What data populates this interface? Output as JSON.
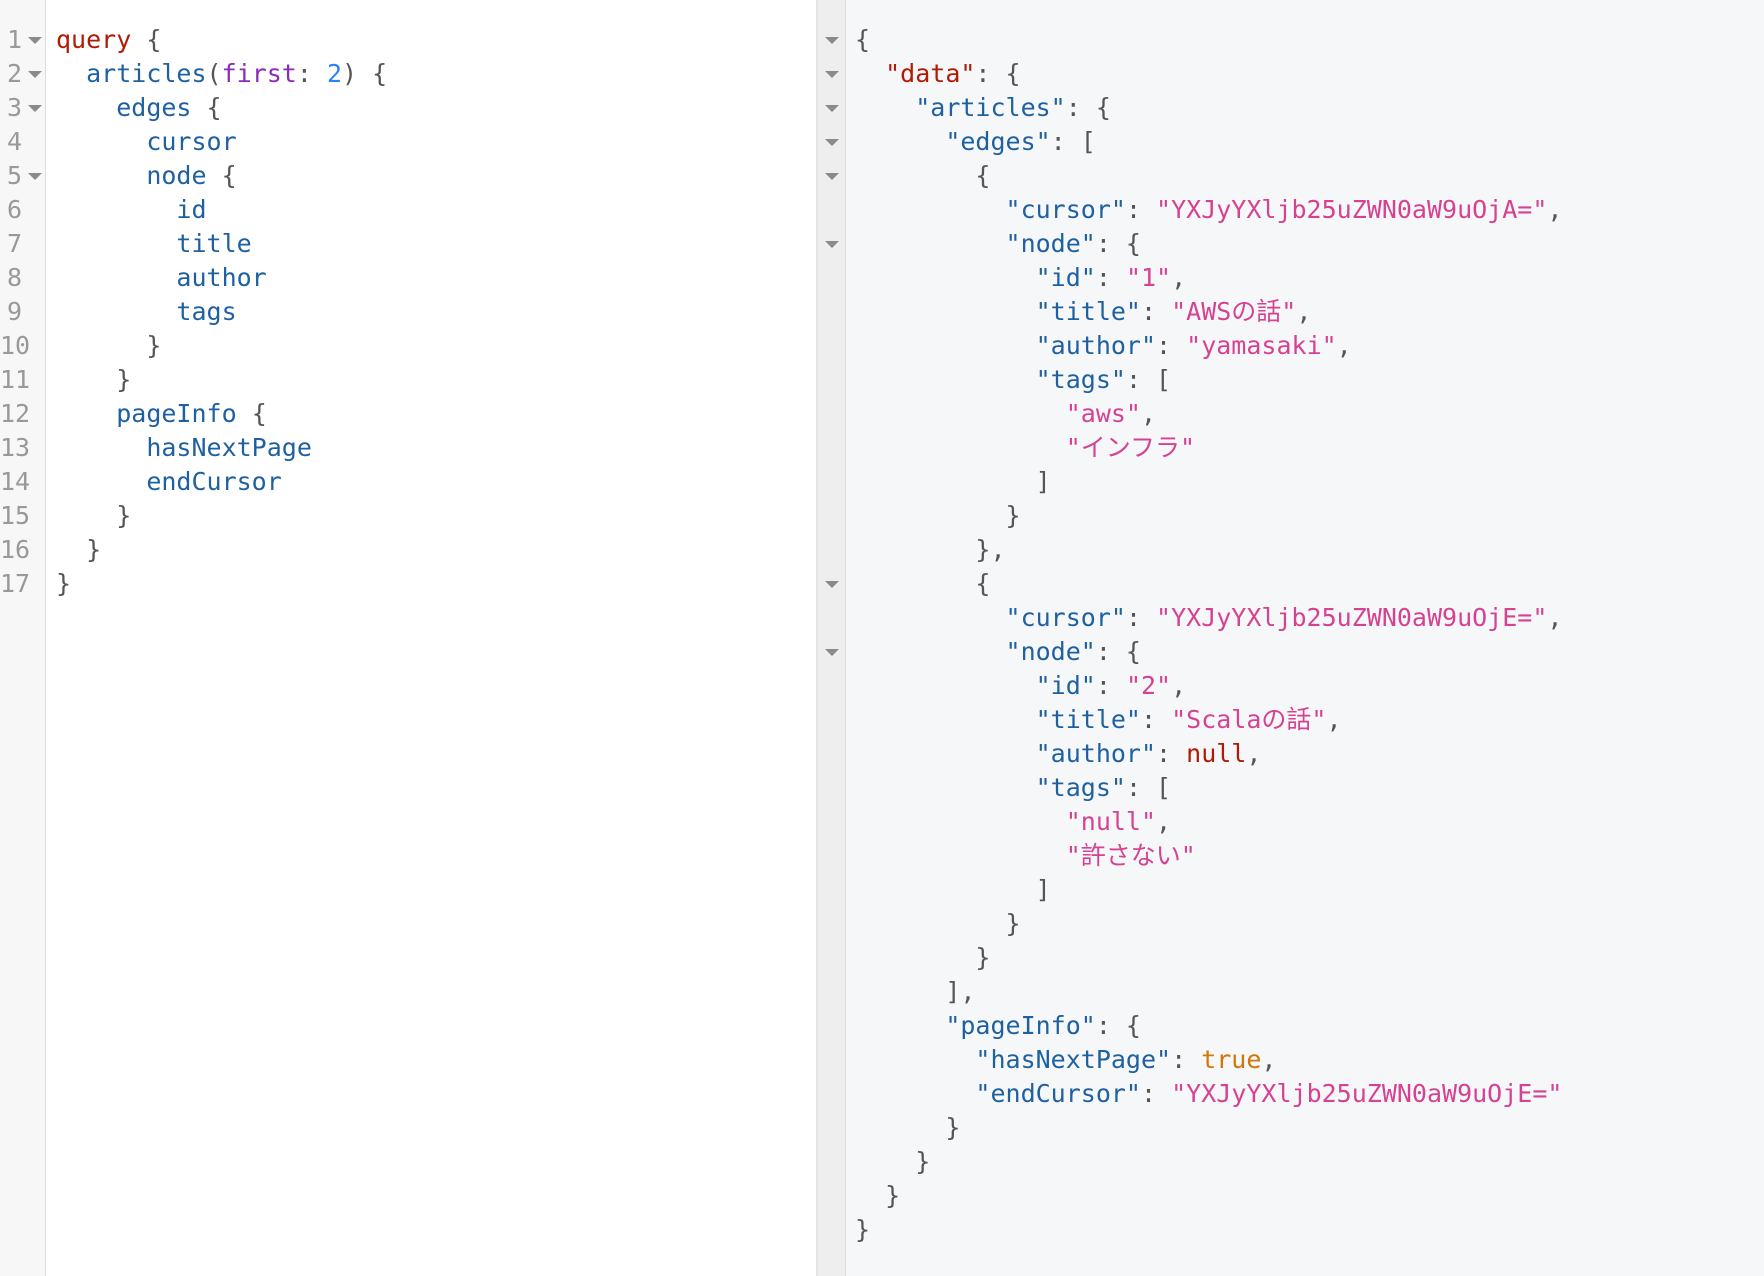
{
  "query_editor": {
    "lines": [
      {
        "num": "1",
        "fold": true,
        "indent": 0,
        "tokens": [
          {
            "t": "query",
            "c": "kw"
          },
          {
            "t": " {",
            "c": "punct"
          }
        ]
      },
      {
        "num": "2",
        "fold": true,
        "indent": 1,
        "tokens": [
          {
            "t": "articles",
            "c": "field"
          },
          {
            "t": "(",
            "c": "punct"
          },
          {
            "t": "first",
            "c": "arg"
          },
          {
            "t": ": ",
            "c": "punct"
          },
          {
            "t": "2",
            "c": "num"
          },
          {
            "t": ") {",
            "c": "punct"
          }
        ]
      },
      {
        "num": "3",
        "fold": true,
        "indent": 2,
        "tokens": [
          {
            "t": "edges",
            "c": "field"
          },
          {
            "t": " {",
            "c": "punct"
          }
        ]
      },
      {
        "num": "4",
        "fold": false,
        "indent": 3,
        "tokens": [
          {
            "t": "cursor",
            "c": "field"
          }
        ]
      },
      {
        "num": "5",
        "fold": true,
        "indent": 3,
        "tokens": [
          {
            "t": "node",
            "c": "field"
          },
          {
            "t": " {",
            "c": "punct"
          }
        ]
      },
      {
        "num": "6",
        "fold": false,
        "indent": 4,
        "tokens": [
          {
            "t": "id",
            "c": "field"
          }
        ]
      },
      {
        "num": "7",
        "fold": false,
        "indent": 4,
        "tokens": [
          {
            "t": "title",
            "c": "field"
          }
        ]
      },
      {
        "num": "8",
        "fold": false,
        "indent": 4,
        "tokens": [
          {
            "t": "author",
            "c": "field"
          }
        ]
      },
      {
        "num": "9",
        "fold": false,
        "indent": 4,
        "tokens": [
          {
            "t": "tags",
            "c": "field"
          }
        ]
      },
      {
        "num": "10",
        "fold": false,
        "indent": 3,
        "tokens": [
          {
            "t": "}",
            "c": "punct"
          }
        ]
      },
      {
        "num": "11",
        "fold": false,
        "indent": 2,
        "tokens": [
          {
            "t": "}",
            "c": "punct"
          }
        ]
      },
      {
        "num": "12",
        "fold": false,
        "indent": 2,
        "tokens": [
          {
            "t": "pageInfo",
            "c": "field"
          },
          {
            "t": " {",
            "c": "punct"
          }
        ]
      },
      {
        "num": "13",
        "fold": false,
        "indent": 3,
        "tokens": [
          {
            "t": "hasNextPage",
            "c": "field"
          }
        ]
      },
      {
        "num": "14",
        "fold": false,
        "indent": 3,
        "tokens": [
          {
            "t": "endCursor",
            "c": "field"
          }
        ]
      },
      {
        "num": "15",
        "fold": false,
        "indent": 2,
        "tokens": [
          {
            "t": "}",
            "c": "punct"
          }
        ]
      },
      {
        "num": "16",
        "fold": false,
        "indent": 1,
        "tokens": [
          {
            "t": "}",
            "c": "punct"
          }
        ]
      },
      {
        "num": "17",
        "fold": false,
        "indent": 0,
        "tokens": [
          {
            "t": "}",
            "c": "punct"
          }
        ]
      }
    ]
  },
  "result_viewer": {
    "lines": [
      {
        "fold": true,
        "indent": 0,
        "tokens": [
          {
            "t": "{",
            "c": "punct"
          }
        ]
      },
      {
        "fold": true,
        "indent": 1,
        "tokens": [
          {
            "t": "\"data\"",
            "c": "kw"
          },
          {
            "t": ": {",
            "c": "punct"
          }
        ]
      },
      {
        "fold": true,
        "indent": 2,
        "tokens": [
          {
            "t": "\"articles\"",
            "c": "prop"
          },
          {
            "t": ": {",
            "c": "punct"
          }
        ]
      },
      {
        "fold": true,
        "indent": 3,
        "tokens": [
          {
            "t": "\"edges\"",
            "c": "prop"
          },
          {
            "t": ": [",
            "c": "punct"
          }
        ]
      },
      {
        "fold": true,
        "indent": 4,
        "tokens": [
          {
            "t": "{",
            "c": "punct"
          }
        ]
      },
      {
        "fold": false,
        "indent": 5,
        "tokens": [
          {
            "t": "\"cursor\"",
            "c": "prop"
          },
          {
            "t": ": ",
            "c": "punct"
          },
          {
            "t": "\"YXJyYXljb25uZWN0aW9uOjA=\"",
            "c": "str"
          },
          {
            "t": ",",
            "c": "punct"
          }
        ]
      },
      {
        "fold": true,
        "indent": 5,
        "tokens": [
          {
            "t": "\"node\"",
            "c": "prop"
          },
          {
            "t": ": {",
            "c": "punct"
          }
        ]
      },
      {
        "fold": false,
        "indent": 6,
        "tokens": [
          {
            "t": "\"id\"",
            "c": "prop"
          },
          {
            "t": ": ",
            "c": "punct"
          },
          {
            "t": "\"1\"",
            "c": "str"
          },
          {
            "t": ",",
            "c": "punct"
          }
        ]
      },
      {
        "fold": false,
        "indent": 6,
        "tokens": [
          {
            "t": "\"title\"",
            "c": "prop"
          },
          {
            "t": ": ",
            "c": "punct"
          },
          {
            "t": "\"AWSの話\"",
            "c": "str"
          },
          {
            "t": ",",
            "c": "punct"
          }
        ]
      },
      {
        "fold": false,
        "indent": 6,
        "tokens": [
          {
            "t": "\"author\"",
            "c": "prop"
          },
          {
            "t": ": ",
            "c": "punct"
          },
          {
            "t": "\"yamasaki\"",
            "c": "str"
          },
          {
            "t": ",",
            "c": "punct"
          }
        ]
      },
      {
        "fold": false,
        "indent": 6,
        "tokens": [
          {
            "t": "\"tags\"",
            "c": "prop"
          },
          {
            "t": ": [",
            "c": "punct"
          }
        ]
      },
      {
        "fold": false,
        "indent": 7,
        "tokens": [
          {
            "t": "\"aws\"",
            "c": "str"
          },
          {
            "t": ",",
            "c": "punct"
          }
        ]
      },
      {
        "fold": false,
        "indent": 7,
        "tokens": [
          {
            "t": "\"インフラ\"",
            "c": "str"
          }
        ]
      },
      {
        "fold": false,
        "indent": 6,
        "tokens": [
          {
            "t": "]",
            "c": "punct"
          }
        ]
      },
      {
        "fold": false,
        "indent": 5,
        "tokens": [
          {
            "t": "}",
            "c": "punct"
          }
        ]
      },
      {
        "fold": false,
        "indent": 4,
        "tokens": [
          {
            "t": "},",
            "c": "punct"
          }
        ]
      },
      {
        "fold": true,
        "indent": 4,
        "tokens": [
          {
            "t": "{",
            "c": "punct"
          }
        ]
      },
      {
        "fold": false,
        "indent": 5,
        "tokens": [
          {
            "t": "\"cursor\"",
            "c": "prop"
          },
          {
            "t": ": ",
            "c": "punct"
          },
          {
            "t": "\"YXJyYXljb25uZWN0aW9uOjE=\"",
            "c": "str"
          },
          {
            "t": ",",
            "c": "punct"
          }
        ]
      },
      {
        "fold": true,
        "indent": 5,
        "tokens": [
          {
            "t": "\"node\"",
            "c": "prop"
          },
          {
            "t": ": {",
            "c": "punct"
          }
        ]
      },
      {
        "fold": false,
        "indent": 6,
        "tokens": [
          {
            "t": "\"id\"",
            "c": "prop"
          },
          {
            "t": ": ",
            "c": "punct"
          },
          {
            "t": "\"2\"",
            "c": "str"
          },
          {
            "t": ",",
            "c": "punct"
          }
        ]
      },
      {
        "fold": false,
        "indent": 6,
        "tokens": [
          {
            "t": "\"title\"",
            "c": "prop"
          },
          {
            "t": ": ",
            "c": "punct"
          },
          {
            "t": "\"Scalaの話\"",
            "c": "str"
          },
          {
            "t": ",",
            "c": "punct"
          }
        ]
      },
      {
        "fold": false,
        "indent": 6,
        "tokens": [
          {
            "t": "\"author\"",
            "c": "prop"
          },
          {
            "t": ": ",
            "c": "punct"
          },
          {
            "t": "null",
            "c": "null"
          },
          {
            "t": ",",
            "c": "punct"
          }
        ]
      },
      {
        "fold": false,
        "indent": 6,
        "tokens": [
          {
            "t": "\"tags\"",
            "c": "prop"
          },
          {
            "t": ": [",
            "c": "punct"
          }
        ]
      },
      {
        "fold": false,
        "indent": 7,
        "tokens": [
          {
            "t": "\"null\"",
            "c": "str"
          },
          {
            "t": ",",
            "c": "punct"
          }
        ]
      },
      {
        "fold": false,
        "indent": 7,
        "tokens": [
          {
            "t": "\"許さない\"",
            "c": "str"
          }
        ]
      },
      {
        "fold": false,
        "indent": 6,
        "tokens": [
          {
            "t": "]",
            "c": "punct"
          }
        ]
      },
      {
        "fold": false,
        "indent": 5,
        "tokens": [
          {
            "t": "}",
            "c": "punct"
          }
        ]
      },
      {
        "fold": false,
        "indent": 4,
        "tokens": [
          {
            "t": "}",
            "c": "punct"
          }
        ]
      },
      {
        "fold": false,
        "indent": 3,
        "tokens": [
          {
            "t": "],",
            "c": "punct"
          }
        ]
      },
      {
        "fold": false,
        "indent": 3,
        "tokens": [
          {
            "t": "\"pageInfo\"",
            "c": "prop"
          },
          {
            "t": ": {",
            "c": "punct"
          }
        ]
      },
      {
        "fold": false,
        "indent": 4,
        "tokens": [
          {
            "t": "\"hasNextPage\"",
            "c": "prop"
          },
          {
            "t": ": ",
            "c": "punct"
          },
          {
            "t": "true",
            "c": "bool"
          },
          {
            "t": ",",
            "c": "punct"
          }
        ]
      },
      {
        "fold": false,
        "indent": 4,
        "tokens": [
          {
            "t": "\"endCursor\"",
            "c": "prop"
          },
          {
            "t": ": ",
            "c": "punct"
          },
          {
            "t": "\"YXJyYXljb25uZWN0aW9uOjE=\"",
            "c": "str"
          }
        ]
      },
      {
        "fold": false,
        "indent": 3,
        "tokens": [
          {
            "t": "}",
            "c": "punct"
          }
        ]
      },
      {
        "fold": false,
        "indent": 2,
        "tokens": [
          {
            "t": "}",
            "c": "punct"
          }
        ]
      },
      {
        "fold": false,
        "indent": 1,
        "tokens": [
          {
            "t": "}",
            "c": "punct"
          }
        ]
      },
      {
        "fold": false,
        "indent": 0,
        "tokens": [
          {
            "t": "}",
            "c": "punct"
          }
        ]
      }
    ]
  }
}
